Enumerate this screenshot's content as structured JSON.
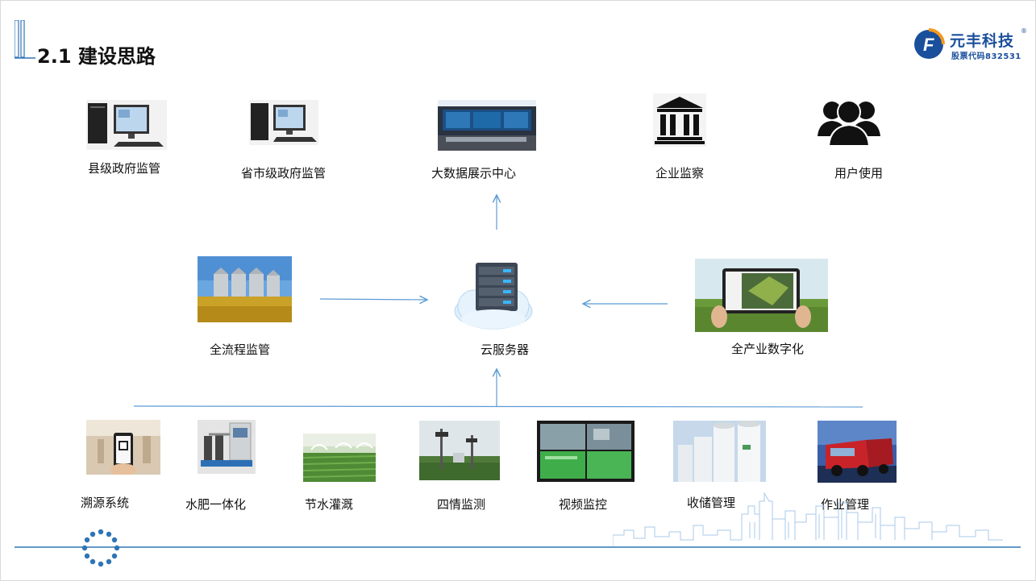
{
  "title": "2.1 建设思路",
  "logo": {
    "name": "元丰科技",
    "stock": "股票代码832531",
    "registered_mark": "®"
  },
  "top_row": [
    {
      "label": "县级政府监管",
      "icon": "desktop-computer-icon"
    },
    {
      "label": "省市级政府监管",
      "icon": "desktop-computer-icon"
    },
    {
      "label": "大数据展示中心",
      "icon": "control-room-photo"
    },
    {
      "label": "企业监察",
      "icon": "bank-building-icon"
    },
    {
      "label": "用户使用",
      "icon": "users-group-icon"
    }
  ],
  "middle_row": [
    {
      "label": "全流程监管",
      "icon": "grain-silo-field-photo"
    },
    {
      "label": "云服务器",
      "icon": "cloud-server-icon"
    },
    {
      "label": "全产业数字化",
      "icon": "tablet-farm-photo"
    }
  ],
  "bottom_row": [
    {
      "label": "溯源系统",
      "icon": "qr-phone-photo"
    },
    {
      "label": "水肥一体化",
      "icon": "fertigation-machine-photo"
    },
    {
      "label": "节水灌溉",
      "icon": "sprinkler-irrigation-photo"
    },
    {
      "label": "四情监测",
      "icon": "weather-station-photo"
    },
    {
      "label": "视频监控",
      "icon": "video-monitor-photo"
    },
    {
      "label": "收储管理",
      "icon": "storage-silo-photo"
    },
    {
      "label": "作业管理",
      "icon": "truck-photo"
    }
  ],
  "colors": {
    "arrow": "#5b9bd5",
    "brand": "#1a4f9c",
    "accent": "#2e75b6",
    "logo_orange": "#f39a1e"
  }
}
